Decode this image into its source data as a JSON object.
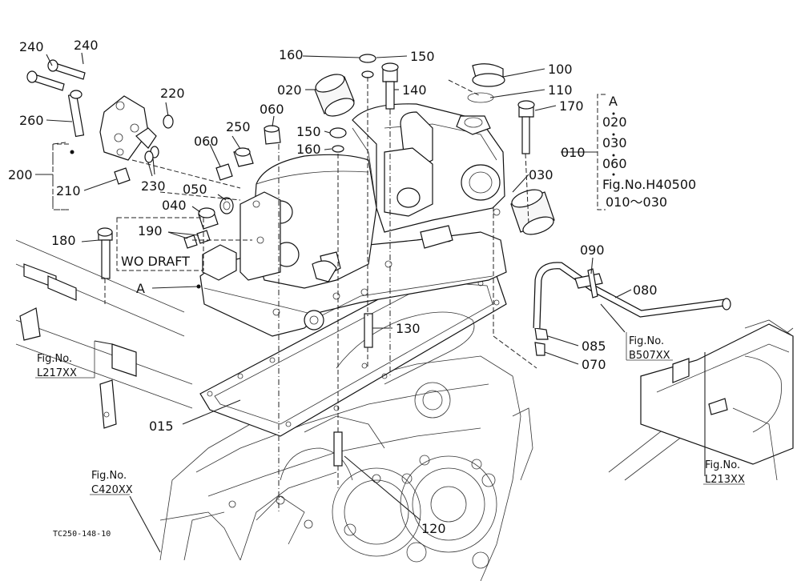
{
  "diagram": {
    "ref_code": "TC250-148-10",
    "parts": {
      "p240a": "240",
      "p240b": "240",
      "p260": "260",
      "p200": "200",
      "p210": "210",
      "p220": "220",
      "p230": "230",
      "p060a": "060",
      "p060b": "060",
      "p250": "250",
      "p050": "050",
      "p040": "040",
      "p190": "190",
      "p180": "180",
      "p160a": "160",
      "p160b": "160",
      "p150a": "150",
      "p150b": "150",
      "p020": "020",
      "p140": "140",
      "p100": "100",
      "p110": "110",
      "p170": "170",
      "p030": "030",
      "p010": "010",
      "p090": "090",
      "p080": "080",
      "p085": "085",
      "p070": "070",
      "p130": "130",
      "p015": "015",
      "p120": "120",
      "markA": "A"
    },
    "boxed_note": "WO  DRAFT",
    "fig_refs": {
      "l217": {
        "line1": "Fig.No.",
        "line2": "L217XX"
      },
      "c420": {
        "line1": "Fig.No.",
        "line2": "C420XX"
      },
      "b507": {
        "line1": "Fig.No.",
        "line2": "B507XX"
      },
      "l213": {
        "line1": "Fig.No.",
        "line2": "L213XX"
      }
    },
    "assembly_note": {
      "head": "A",
      "items": [
        "020",
        "030",
        "060"
      ],
      "fig_line": "Fig.No.H40500",
      "range": "010～030"
    }
  }
}
